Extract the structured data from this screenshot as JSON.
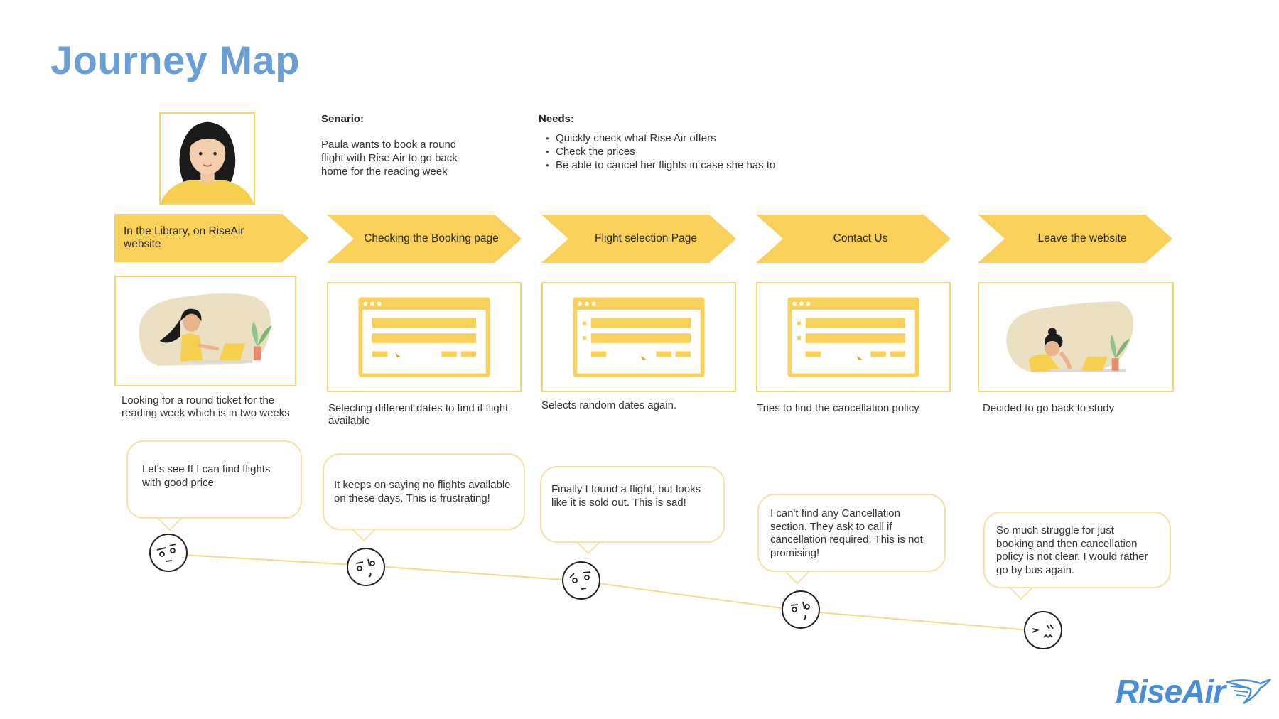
{
  "title": "Journey Map",
  "scenario": {
    "heading": "Senario:",
    "lines": [
      "Paula wants to book a round",
      "flight with Rise Air to go back",
      "home for the reading week"
    ]
  },
  "needs": {
    "heading": "Needs:",
    "items": [
      "Quickly check what Rise Air offers",
      "Check the prices",
      "Be able to cancel her flights in case she has to"
    ]
  },
  "stages": [
    {
      "label": "In the Library, on RiseAir website",
      "illustration": "person-laptop-illustration",
      "description": [
        "Looking for a round ticket for the",
        "reading week which is in two weeks"
      ],
      "quote": [
        "Let's see If I can find flights",
        "with good price"
      ],
      "emotion": "neutral-face-icon"
    },
    {
      "label": "Checking the Booking page",
      "illustration": "booking-page-wireframe",
      "description": [
        "Selecting different dates to find if flight",
        "available"
      ],
      "quote": [
        "It keeps on saying no flights available",
        "on these days. This is frustrating!"
      ],
      "emotion": "frustrated-face-icon"
    },
    {
      "label": "Flight selection Page",
      "illustration": "flight-selection-wireframe",
      "description": [
        "Selects random dates again."
      ],
      "quote": [
        "Finally I found a flight, but looks",
        "like it is sold out. This is sad!"
      ],
      "emotion": "sad-face-icon"
    },
    {
      "label": "Contact Us",
      "illustration": "contact-page-wireframe",
      "description": [
        "Tries to find the cancellation policy"
      ],
      "quote": [
        "I can't find any Cancellation",
        "section. They ask to call if",
        "cancellation required. This is not",
        "promising!"
      ],
      "emotion": "worried-face-icon"
    },
    {
      "label": "Leave the website",
      "illustration": "person-frustrated-illustration",
      "description": [
        "Decided to go back to study"
      ],
      "quote": [
        "So much struggle for just",
        "booking and then cancellation",
        "policy is not clear. I would rather",
        "go by bus again."
      ],
      "emotion": "angry-face-icon"
    }
  ],
  "logo": {
    "text": "RiseAir"
  },
  "colors": {
    "accent_yellow": "#f8d05a",
    "title_blue": "#6a9fd6",
    "logo_blue": "#4a8ed8",
    "line": "#f2dc8c"
  }
}
